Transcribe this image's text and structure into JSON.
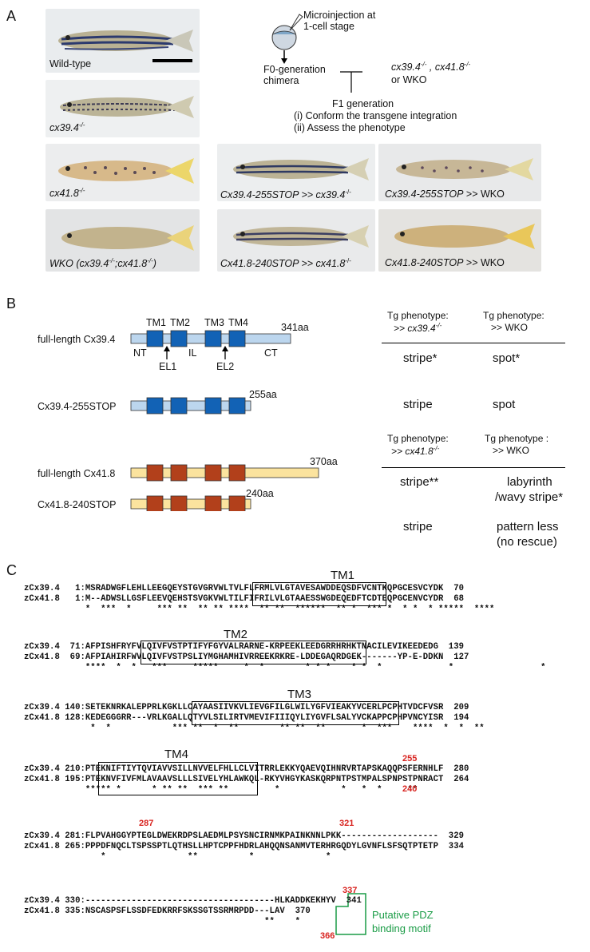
{
  "panel_a": {
    "letter": "A",
    "fish": {
      "wild_type": "Wild-type",
      "cx394": "cx39.4",
      "cx394_sup": "-/-",
      "cx418": "cx41.8",
      "cx418_sup": "-/-",
      "wko": "WKO (cx39.4",
      "wko_mid": ";cx41.8",
      "wko_end": ")",
      "rescue1_a": "Cx39.4-255STOP",
      "rescue1_b": " >> cx39.4",
      "rescue2_a": "Cx39.4-255STOP",
      "rescue2_b": " >> WKO",
      "rescue3_a": "Cx41.8-240STOP",
      "rescue3_b": " >>  cx41.8",
      "rescue4_a": "Cx41.8-240STOP",
      "rescue4_b": " >>  WKO"
    },
    "scheme": {
      "micro1": "Microinjection at",
      "micro2": "1-cell stage",
      "f0_1": "F0-generation",
      "f0_2": "chimera",
      "cross1_a": "cx39.4",
      "cross1_b": " , cx41.8",
      "cross2": "or WKO",
      "f1": "F1 generation",
      "step1": "(i) Conform the transgene integration",
      "step2": "(ii) Assess the phenotype",
      "sup": "-/-"
    }
  },
  "panel_b": {
    "letter": "B",
    "domains": {
      "tm1": "TM1",
      "tm2": "TM2",
      "tm3": "TM3",
      "tm4": "TM4",
      "nt": "NT",
      "el1": "EL1",
      "il": "IL",
      "el2": "EL2",
      "ct": "CT"
    },
    "constructs": {
      "fl394": "full-length Cx39.4",
      "fl394_len": "341aa",
      "t394": "Cx39.4-255STOP",
      "t394_len": "255aa",
      "fl418": "full-length Cx41.8",
      "fl418_len": "370aa",
      "t418": "Cx41.8-240STOP",
      "t418_len": "240aa"
    },
    "table1": {
      "h1a": "Tg phenotype:",
      "h1b": ">> cx39.4",
      "h1sup": "-/-",
      "h2a": "Tg phenotype:",
      "h2b": ">> WKO",
      "r1c1": "stripe*",
      "r1c2": "spot*",
      "r2c1": "stripe",
      "r2c2": "spot"
    },
    "table2": {
      "h1a": "Tg phenotype:",
      "h1b": ">> cx41.8",
      "h1sup": "-/-",
      "h2a": "Tg phenotype :",
      "h2b": ">> WKO",
      "r1c1": "stripe**",
      "r1c2a": "labyrinth",
      "r1c2b": "/wavy stripe*",
      "r2c1": "stripe",
      "r2c2a": "pattern less",
      "r2c2b": "(no rescue)"
    }
  },
  "panel_c": {
    "letter": "C",
    "tm_labels": {
      "tm1": "TM1",
      "tm2": "TM2",
      "tm3": "TM3",
      "tm4": "TM4"
    },
    "blocks": [
      {
        "l1": "zCx39.4   1:MSRADWGFLEHLLEEGQEYSTGVGRVWLTVLFLFRMLVLGTAVESAWDDEQSDFVCNTKQPGCESVCYDK  70",
        "l2": "zCx41.8   1:M--ADWSLLGSFLEEVQEHSTSVGKVWLTILFIFRILVLGTAAESSWGDEQEDFTCDTEQPGCENVCYDR  68",
        "l3": "            *  ***  *     *** **  ** ** ****  ** **  ******  ** *  *** *  * *  * *****  ****"
      },
      {
        "l1": "zCx39.4  71:AFPISHFRYFVLQIVFVSTPTIFYFGYVALRARNE-KRPEEKLEEDGRRHRHKTNACILEVIKEEDEDG  139",
        "l2": "zCx41.8  69:AFPIAHIRFWVLQIVFVSTPSLIYMGHAMHIVRREEKRKRE-LDDEGAQRDGEK-------YP-E-DDKN  127",
        "l3": "            ****  *  *   ***     *****     *  *        * * *    * *  *             *                 *"
      },
      {
        "l1": "zCx39.4 140:SETEKNRKALEPPRLKGKLLCAYAASIIVKVLIEVGFILGLWILYGFVIEAKYVCERLPCPHTVDCFVSR  209",
        "l2": "zCx41.8 128:KEDEGGGRR---VRLKGALLQTYVLSILIRTVMEVIFIIIQYLIYGVFLSALYVCKAPPCPHPVNCYISR  194",
        "l3": "             *  *            *** **  *  **        ** **  **       *  ***    ****  *  *  **"
      },
      {
        "l1": "zCx39.4 210:PTEKNIFTIYTQVIAVVSILLNVVELFHLLCLVITRRLEKKYQAEVQIHNRVRTAPSKAQQPSFERNHLF  280",
        "l2": "zCx41.8 195:PTEKNVFIVFMLAVAAVSLLLSIVELYHLAWKQL-RKYVHGYKASKQRPNTPSTMPALSPNPSTPNRACT  264",
        "l3": "            ***** *      * ** **  *** **         *            *   *  *     **"
      },
      {
        "l1": "zCx39.4 281:FLPVAHGGYPTEGLDWEKRDPSLAEDMLPSYSNCIRNMKPAINKNNLPKK-------------------  329",
        "l2": "zCx41.8 265:PPPDFNQCLTSPSSPTLQTHSLLHPTCPPFHDRLAHQQNSANMVTERHRGQDYLGVNFLSFSQTPTETP  334",
        "l3": "               *                **          *              *"
      },
      {
        "l1": "zCx39.4 330:-------------------------------------HLKADDKEKHYV  341",
        "l2": "zCx41.8 335:NSCASPSFLSSDFEDKRRFSKSSGTSSRMRPDD---LAV  370",
        "l3": "                                               **    *"
      }
    ],
    "mut_labels": {
      "m255": "255",
      "m240": "240",
      "m287": "287",
      "m321": "321",
      "m337": "337",
      "m366": "366"
    },
    "pdz1": "Putative PDZ",
    "pdz2": "binding motif"
  }
}
